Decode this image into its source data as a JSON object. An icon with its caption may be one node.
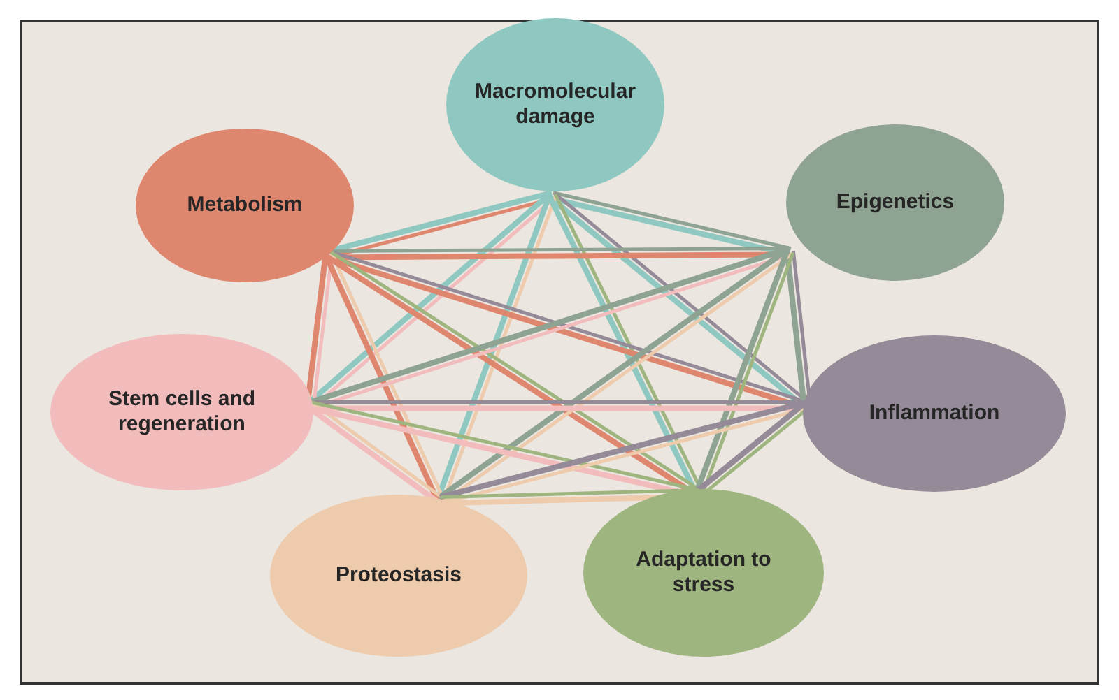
{
  "diagram": {
    "nodes": [
      {
        "text": [
          "Macromolecular damage"
        ]
      },
      {
        "text": [
          "Metabolism"
        ]
      },
      {
        "text": [
          "Epigenetics"
        ]
      },
      {
        "text": [
          "Stem cells and regeneration"
        ]
      },
      {
        "text": [
          "Inflammation"
        ]
      },
      {
        "text": [
          "Proteostasis"
        ]
      },
      {
        "text": [
          "Adaptation to stress"
        ]
      }
    ],
    "edges": [
      {
        "from": 0,
        "to": 1,
        "arrow": "none",
        "color": "#8ec8c0"
      },
      {
        "from": 0,
        "to": 2,
        "arrow": "none",
        "color": "#8ec8c0"
      },
      {
        "from": 0,
        "to": 3,
        "arrow": "none",
        "color": "#8ec8c0"
      },
      {
        "from": 0,
        "to": 4,
        "arrow": "none",
        "color": "#8ec8c0"
      },
      {
        "from": 0,
        "to": 5,
        "arrow": "none",
        "color": "#8ec8c0"
      },
      {
        "from": 0,
        "to": 6,
        "arrow": "none",
        "color": "#8ec8c0"
      },
      {
        "from": 1,
        "to": 2,
        "arrow": "none",
        "color": "#df866e"
      },
      {
        "from": 1,
        "to": 3,
        "arrow": "none",
        "color": "#df866e"
      },
      {
        "from": 1,
        "to": 4,
        "arrow": "none",
        "color": "#df866e"
      },
      {
        "from": 1,
        "to": 5,
        "arrow": "none",
        "color": "#df866e"
      },
      {
        "from": 1,
        "to": 6,
        "arrow": "none",
        "color": "#df866e"
      },
      {
        "from": 2,
        "to": 3,
        "arrow": "none",
        "color": "#8fa393"
      },
      {
        "from": 2,
        "to": 4,
        "arrow": "none",
        "color": "#8fa393"
      },
      {
        "from": 2,
        "to": 5,
        "arrow": "none",
        "color": "#8fa393"
      },
      {
        "from": 2,
        "to": 6,
        "arrow": "none",
        "color": "#8fa393"
      },
      {
        "from": 3,
        "to": 4,
        "arrow": "none",
        "color": "#f2bcbc"
      },
      {
        "from": 3,
        "to": 5,
        "arrow": "none",
        "color": "#f2bcbc"
      },
      {
        "from": 3,
        "to": 6,
        "arrow": "none",
        "color": "#f2bcbc"
      },
      {
        "from": 4,
        "to": 5,
        "arrow": "none",
        "color": "#958b98"
      },
      {
        "from": 4,
        "to": 6,
        "arrow": "none",
        "color": "#958b98"
      },
      {
        "from": 5,
        "to": 6,
        "arrow": "none",
        "color": "#edcbac"
      }
    ]
  }
}
